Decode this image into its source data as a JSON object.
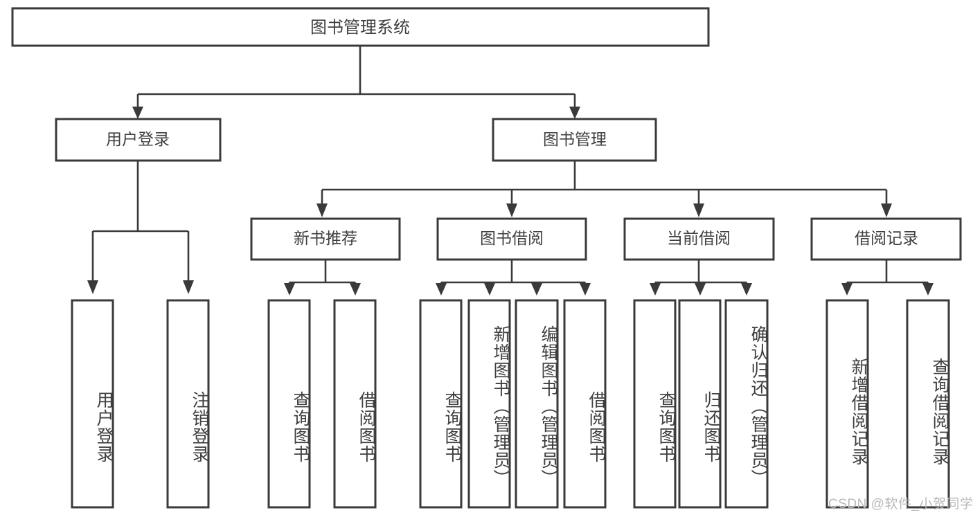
{
  "diagram": {
    "title": "图书管理系统",
    "type": "tree-hierarchy",
    "root": {
      "label": "图书管理系统"
    },
    "level2": [
      {
        "label": "用户登录"
      },
      {
        "label": "图书管理"
      }
    ],
    "level3": [
      {
        "label": "新书推荐"
      },
      {
        "label": "图书借阅"
      },
      {
        "label": "当前借阅"
      },
      {
        "label": "借阅记录"
      }
    ],
    "leaves": {
      "user_login": [
        {
          "label": "用户登录"
        },
        {
          "label": "注销登录"
        }
      ],
      "new_book_recommend": [
        {
          "label": "查询图书"
        },
        {
          "label": "借阅图书"
        }
      ],
      "book_borrow": [
        {
          "label": "查询图书"
        },
        {
          "label": "新增图书（管理员）"
        },
        {
          "label": "编辑图书（管理员）"
        },
        {
          "label": "借阅图书"
        }
      ],
      "current_borrow": [
        {
          "label": "查询图书"
        },
        {
          "label": "归还图书"
        },
        {
          "label": "确认归还（管理员）"
        }
      ],
      "borrow_record": [
        {
          "label": "新增借阅记录"
        },
        {
          "label": "查询借阅记录"
        }
      ]
    }
  },
  "watermark": {
    "text": "CSDN @软件_小贺同学"
  },
  "colors": {
    "stroke": "#3a3a3a",
    "fill": "#ffffff",
    "text": "#404040",
    "watermark": "#b9b9b9"
  }
}
